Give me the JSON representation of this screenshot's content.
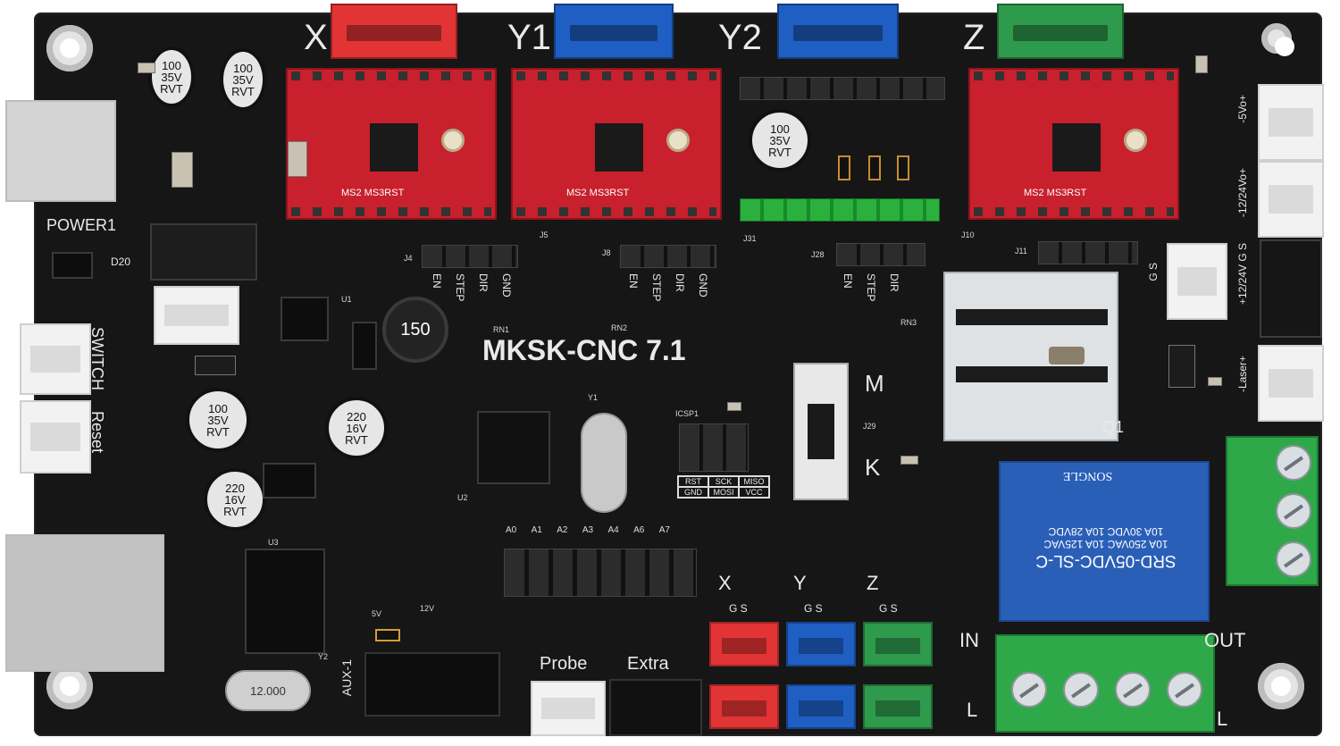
{
  "board": {
    "model": "MKSK-CNC 7.1",
    "axis_labels": {
      "x": "X",
      "y1": "Y1",
      "y2": "Y2",
      "z": "Z"
    },
    "drivers": [
      {
        "id": "driver-x",
        "label": "MS2 MS3RST"
      },
      {
        "id": "driver-y1",
        "label": "MS2 MS3RST"
      },
      {
        "id": "driver-z",
        "label": "MS2 MS3RST"
      }
    ],
    "capacitors": {
      "cap_top_left_1": [
        "100",
        "35V",
        "RVT"
      ],
      "cap_top_left_2": [
        "100",
        "35V",
        "RVT"
      ],
      "cap_mid": [
        "100",
        "35V",
        "RVT"
      ],
      "cap_c12": [
        "100",
        "35V",
        "RVT"
      ],
      "cap_c11": [
        "220",
        "16V",
        "RVT"
      ],
      "cap_c29": [
        "220",
        "16V",
        "RVT"
      ]
    },
    "inductor": "150",
    "labels": {
      "power": "POWER1",
      "switch": "SWITCH",
      "reset": "Reset",
      "d20": "D20",
      "probe": "Probe",
      "extra": "Extra",
      "aux": "AUX-1",
      "in": "IN",
      "out": "OUT",
      "l_left": "L",
      "l_right": "L",
      "m": "M",
      "k": "K",
      "q1": "Q1",
      "laser": "-Laser+",
      "v1224": "+12/24V G S",
      "v1224vo": "-12/24Vo+",
      "v5vo": "-5Vo+",
      "gs": "G S",
      "icsp": "ICSP1",
      "y1": "Y1",
      "twelve_v": "12V",
      "five_v": "5V",
      "j29": "J29",
      "j31": "J31",
      "j10": "J10",
      "j11": "J11",
      "j28": "J28",
      "j5": "J5",
      "j8": "J8",
      "j4": "J4",
      "u1": "U1",
      "u2": "U2",
      "u3": "U3",
      "rn1": "RN1",
      "rn2": "RN2",
      "rn3": "RN3",
      "crystal": "Y2",
      "crystal_val": "12.000"
    },
    "pin_labels": [
      "EN",
      "STEP",
      "DIR",
      "GND"
    ],
    "icsp_pins": [
      "RST",
      "SCK",
      "MISO",
      "GND",
      "MOSI",
      "VCC"
    ],
    "analog_pins": [
      "A0",
      "A1",
      "A2",
      "A3",
      "A4",
      "A6",
      "A7"
    ],
    "limit_axes": [
      "X",
      "Y",
      "Z"
    ],
    "gs_labels": [
      "G S",
      "G S",
      "G S"
    ],
    "relay": {
      "model": "SRD-05VDC-SL-C",
      "ratings": [
        "10A 250VAC 10A 125VAC",
        "10A 30VDC 10A 28VDC"
      ],
      "brand": "SONGLE"
    },
    "colors": {
      "pcb": "#161616",
      "driver_red": "#c8202c",
      "conn_red": "#e23434",
      "conn_blue": "#1f5fc4",
      "conn_green": "#2e9a4c",
      "term_green": "#2fa84a",
      "relay_blue": "#2a5fb8",
      "silk": "#e9e9e9"
    }
  }
}
